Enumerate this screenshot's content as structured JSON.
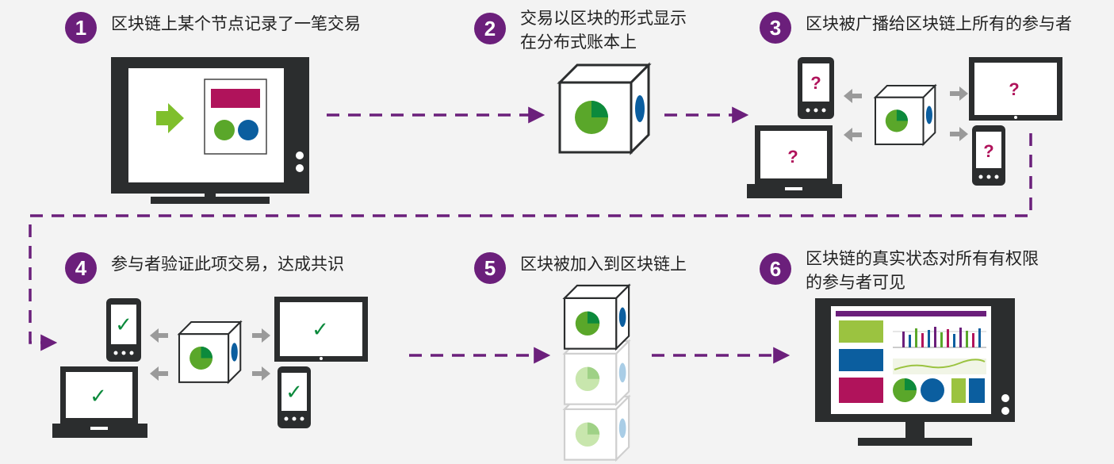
{
  "steps": [
    {
      "number": "1",
      "caption": "区块链上某个节点记录了一笔交易"
    },
    {
      "number": "2",
      "caption": "交易以区块的形式显示\n在分布式账本上"
    },
    {
      "number": "3",
      "caption": "区块被广播给区块链上所有的参与者"
    },
    {
      "number": "4",
      "caption": "参与者验证此项交易，达成共识"
    },
    {
      "number": "5",
      "caption": "区块被加入到区块链上"
    },
    {
      "number": "6",
      "caption": "区块链的真实状态对所有有权限\n的参与者可见"
    }
  ],
  "device_marks": {
    "unknown": "?",
    "verified": "✓"
  },
  "colors": {
    "accent": "#6b1f7b",
    "device": "#2b2d2e",
    "green": "#5aa72a",
    "dark_green": "#0c8a3c",
    "blue": "#0b5e9f",
    "magenta": "#b0135b",
    "arrow": "#9a9a9a"
  }
}
